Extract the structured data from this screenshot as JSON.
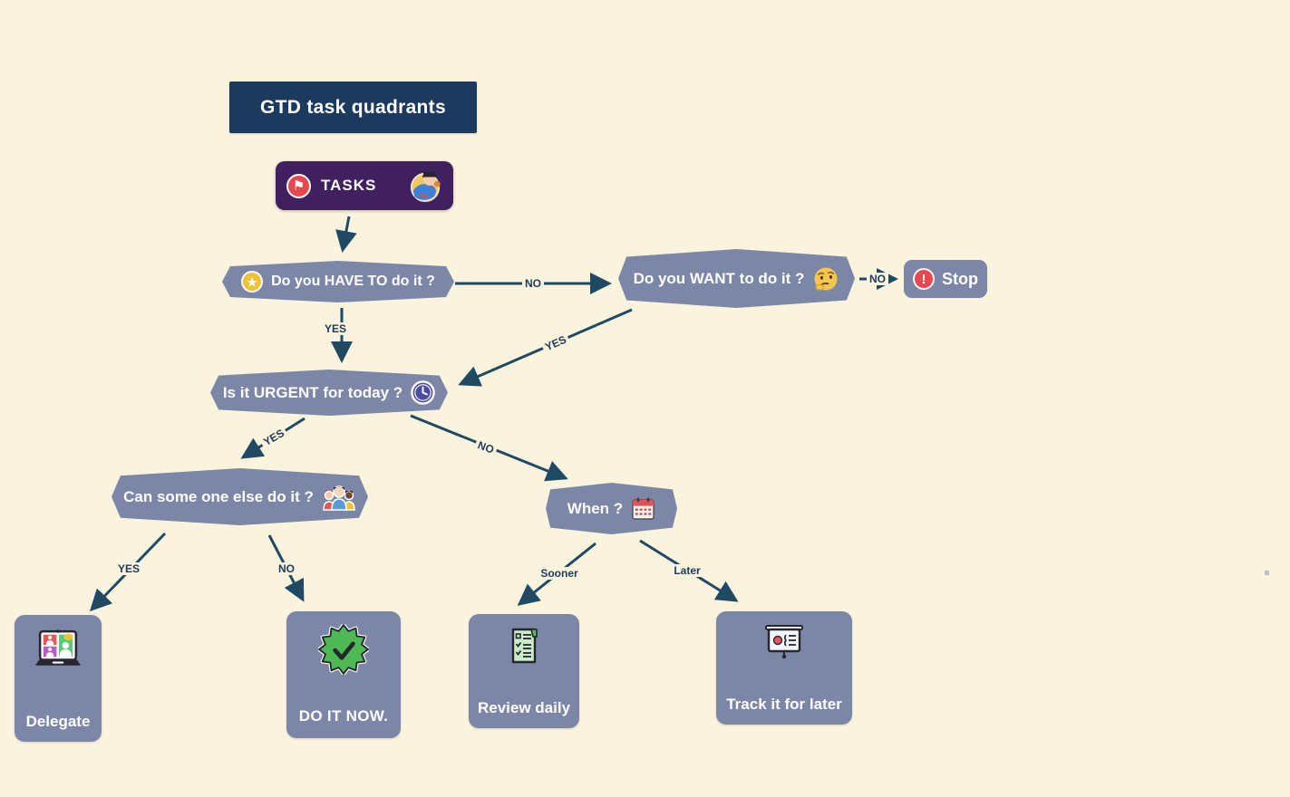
{
  "title": {
    "label": "GTD task quadrants"
  },
  "colors": {
    "background": "#faf3dd",
    "title_box": "#1c3a5e",
    "tasks_box": "#41205f",
    "node_fill": "#7c87a8",
    "arrow": "#204a63",
    "accent_red": "#e8474d",
    "accent_yellow": "#efc235",
    "accent_green": "#4fba55"
  },
  "nodes": {
    "tasks": {
      "label": "TASKS",
      "icons": [
        "flag-icon",
        "person-sticker"
      ]
    },
    "have_to": {
      "label": "Do you HAVE TO do it ?",
      "icon": "star-icon"
    },
    "want": {
      "label": "Do you WANT to do it ?",
      "icon": "thinking-face-icon"
    },
    "stop": {
      "label": "Stop",
      "icon": "exclamation-icon"
    },
    "urgent": {
      "label": "Is it URGENT for today ?",
      "icon": "clock-icon"
    },
    "can_someone": {
      "label": "Can some one else do it ?",
      "icon": "people-icon"
    },
    "when": {
      "label": "When ?",
      "icon": "calendar-icon"
    },
    "delegate": {
      "label": "Delegate",
      "icon": "video-call-icon"
    },
    "do_it_now": {
      "label": "DO IT NOW.",
      "icon": "check-badge-icon"
    },
    "review_daily": {
      "label": "Review daily",
      "icon": "checklist-icon"
    },
    "track_later": {
      "label": "Track it for later",
      "icon": "presentation-icon"
    }
  },
  "edges": {
    "have_to_no": {
      "label": "NO"
    },
    "want_no": {
      "label": "NO"
    },
    "want_yes": {
      "label": "YES"
    },
    "have_to_yes": {
      "label": "YES"
    },
    "urgent_yes": {
      "label": "YES"
    },
    "urgent_no": {
      "label": "NO"
    },
    "can_yes": {
      "label": "YES"
    },
    "can_no": {
      "label": "NO"
    },
    "when_sooner": {
      "label": "Sooner"
    },
    "when_later": {
      "label": "Later"
    }
  }
}
